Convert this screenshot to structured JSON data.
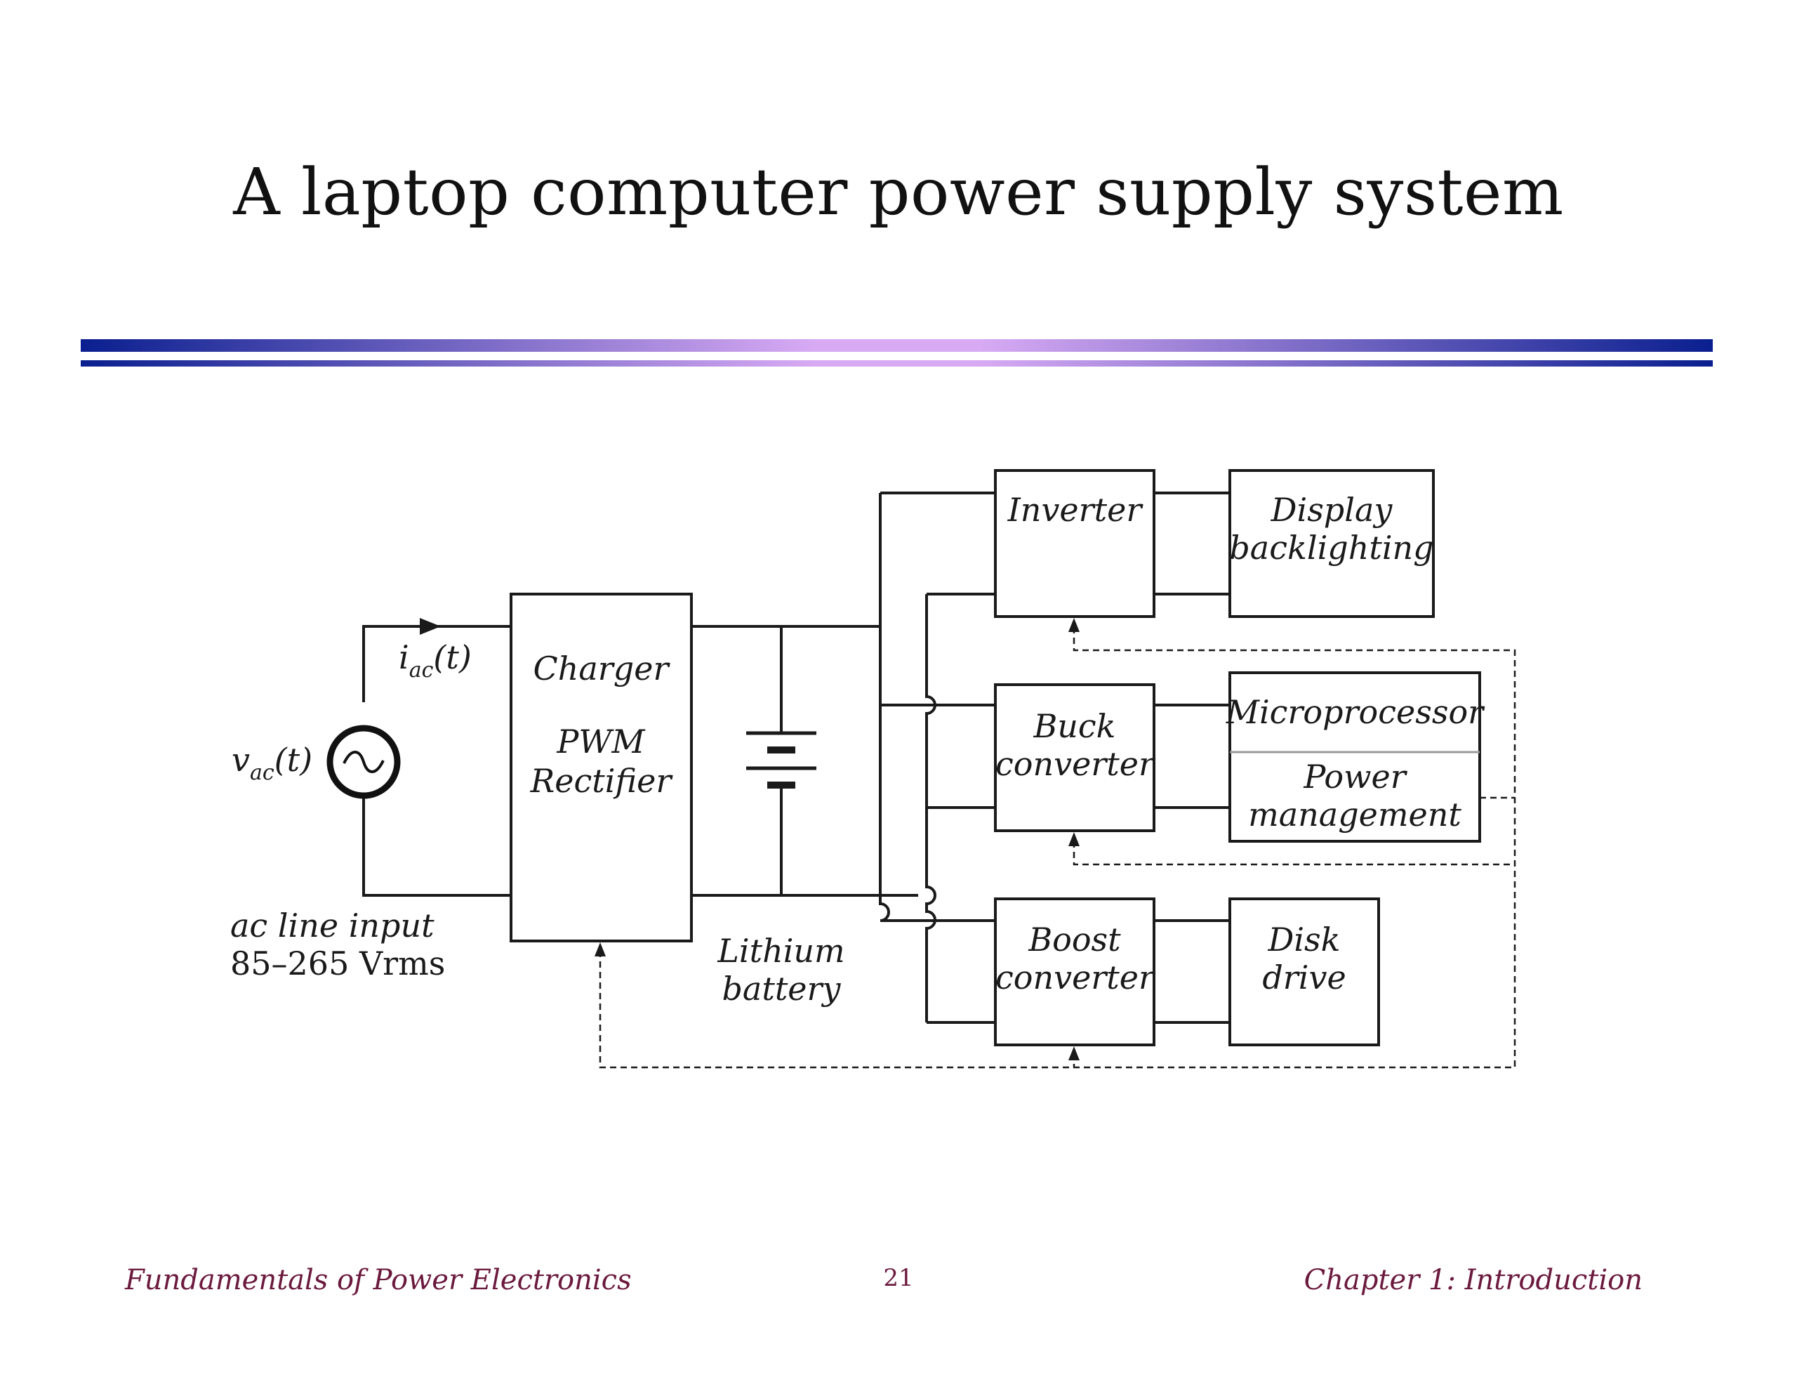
{
  "title": "A laptop computer power supply system",
  "colors": {
    "rule_dark": "#0a1f8f",
    "rule_light": "#d8aaf4",
    "footer_text": "#6b1a3e",
    "line": "#1a1a1a"
  },
  "diagram": {
    "source_voltage": {
      "symbol": "v",
      "subscript": "ac",
      "arg": "(t)"
    },
    "source_current": {
      "symbol": "i",
      "subscript": "ac",
      "arg": "(t)"
    },
    "ac_input_label": "ac line input",
    "ac_input_range": "85–265 Vrms",
    "charger": {
      "line1": "Charger",
      "line2": "PWM",
      "line3": "Rectifier"
    },
    "battery": {
      "line1": "Lithium",
      "line2": "battery"
    },
    "inverter": "Inverter",
    "display": {
      "line1": "Display",
      "line2": "backlighting"
    },
    "buck": {
      "line1": "Buck",
      "line2": "converter"
    },
    "microprocessor": "Microprocessor",
    "power_mgmt": {
      "line1": "Power",
      "line2": "management"
    },
    "boost": {
      "line1": "Boost",
      "line2": "converter"
    },
    "disk": {
      "line1": "Disk",
      "line2": "drive"
    }
  },
  "footer": {
    "left": "Fundamentals of Power Electronics",
    "page": "21",
    "right": "Chapter 1: Introduction"
  }
}
